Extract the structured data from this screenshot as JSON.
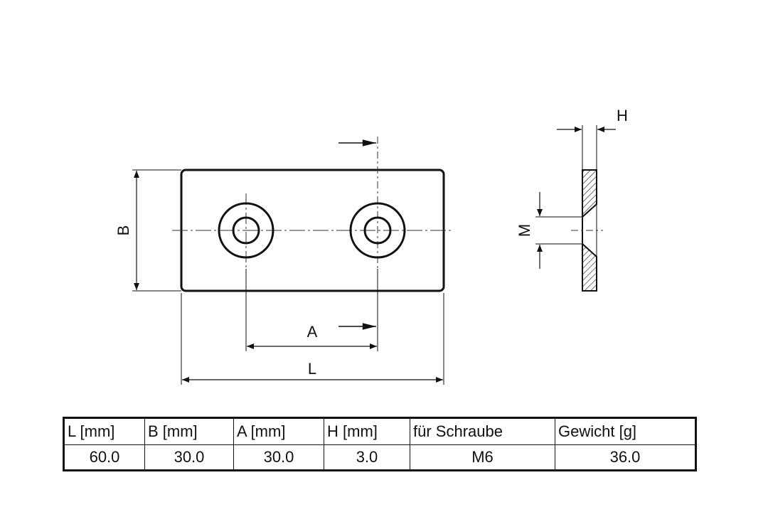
{
  "labels": {
    "L": "L",
    "B": "B",
    "A": "A",
    "H": "H",
    "M": "M"
  },
  "table": {
    "headers": [
      "L [mm]",
      "B [mm]",
      "A [mm]",
      "H [mm]",
      "für Schraube",
      "Gewicht [g]"
    ],
    "values": [
      "60.0",
      "30.0",
      "30.0",
      "3.0",
      "M6",
      "36.0"
    ]
  },
  "colors": {
    "line": "#111111",
    "hatch": "#333333",
    "background": "#ffffff"
  }
}
